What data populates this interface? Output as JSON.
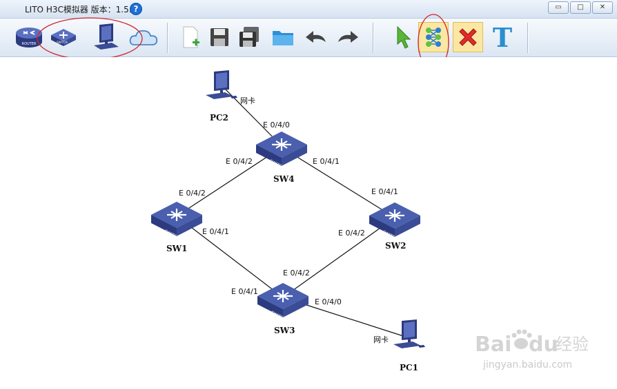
{
  "window": {
    "title": "LITO H3C模拟器 版本：1.5.2",
    "help_glyph": "?",
    "minimize": "▭",
    "maximize": "□",
    "close": "✕"
  },
  "toolbar": {
    "router_label": "ROUTER",
    "switch_label": "SWITCH",
    "text_tool_glyph": "T"
  },
  "topology": {
    "devices": {
      "pc2": "PC2",
      "sw4": "SW4",
      "sw1": "SW1",
      "sw2": "SW2",
      "sw3": "SW3",
      "pc1": "PC1"
    },
    "switch_label": "SWITCH",
    "ports": {
      "pc2_nic": "网卡",
      "sw4_e040": "E 0/4/0",
      "sw4_e042": "E 0/4/2",
      "sw4_e041": "E 0/4/1",
      "sw1_e042": "E 0/4/2",
      "sw1_e041": "E 0/4/1",
      "sw2_e041": "E 0/4/1",
      "sw2_e042": "E 0/4/2",
      "sw3_e042": "E 0/4/2",
      "sw3_e041": "E 0/4/1",
      "sw3_e040": "E 0/4/0",
      "pc1_nic": "网卡"
    }
  },
  "watermark": {
    "brand": "Bai",
    "brand_end": "du",
    "suffix": "经验",
    "url": "jingyan.baidu.com"
  },
  "colors": {
    "switch_top": "#4a5fae",
    "switch_side": "#2c3a80",
    "annotation_red": "#d2232a"
  }
}
